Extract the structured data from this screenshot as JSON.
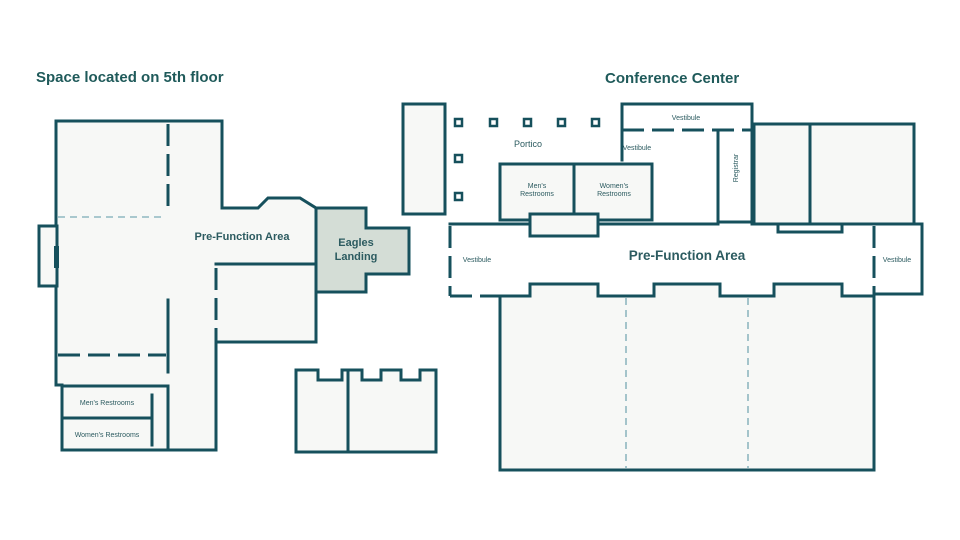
{
  "headings": {
    "left": "Space located on 5th floor",
    "right": "Conference Center"
  },
  "left_plan": {
    "pre_function_area": "Pre-Function Area",
    "eagles_landing_line1": "Eagles",
    "eagles_landing_line2": "Landing",
    "mens_restrooms": "Men's Restrooms",
    "womens_restrooms": "Women's Restrooms"
  },
  "right_plan": {
    "portico": "Portico",
    "vestibule_top": "Vestibule",
    "vestibule_portico": "Vestibule",
    "vestibule_left": "Vestibule",
    "vestibule_right": "Vestibule",
    "registrar": "Registrar",
    "mens_restrooms_line1": "Men's",
    "mens_restrooms_line2": "Restrooms",
    "womens_restrooms_line1": "Women's",
    "womens_restrooms_line2": "Restrooms",
    "pre_function_area": "Pre-Function Area"
  },
  "colors": {
    "wall": "#16505c",
    "heading": "#1f5a5a",
    "room_fill": "#f7f8f6",
    "highlight_fill": "#d4ddd6"
  }
}
